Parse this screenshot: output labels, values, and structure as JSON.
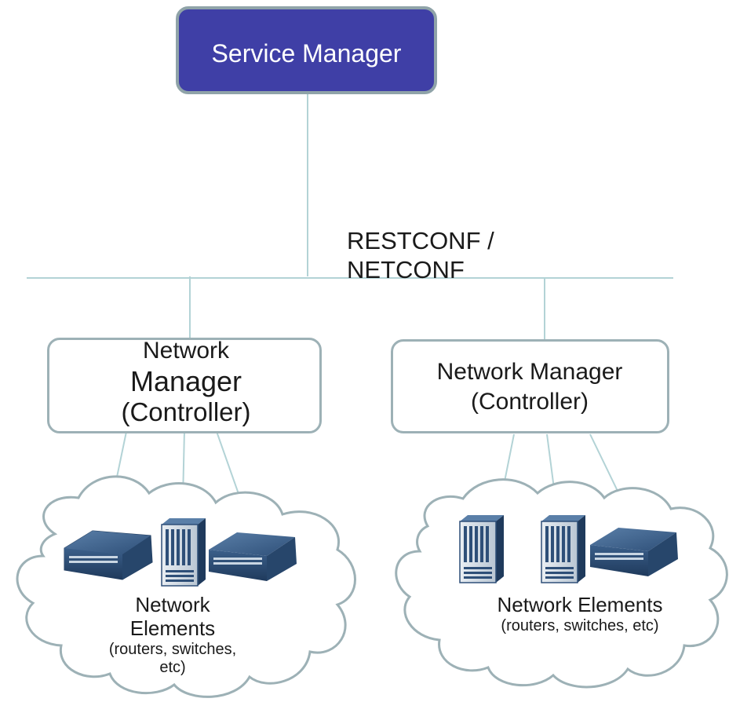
{
  "service_manager": {
    "label": "Service Manager"
  },
  "protocol": {
    "line1": "RESTCONF /",
    "line2": "NETCONF"
  },
  "controllers": [
    {
      "line1": "Network",
      "line2": "Manager",
      "line3": "(Controller)"
    },
    {
      "line1": "Network Manager",
      "line2": "(Controller)"
    }
  ],
  "clouds": [
    {
      "line1": "Network",
      "line2": "Elements",
      "line3": "(routers, switches,",
      "line4": "etc)"
    },
    {
      "line1": "Network Elements",
      "line2": "(routers, switches, etc)"
    }
  ],
  "colors": {
    "service_manager_fill": "#3f3fa6",
    "box_border": "#9db1b6",
    "connector": "#b3d3d6",
    "device_blue": "#2e4f78"
  }
}
